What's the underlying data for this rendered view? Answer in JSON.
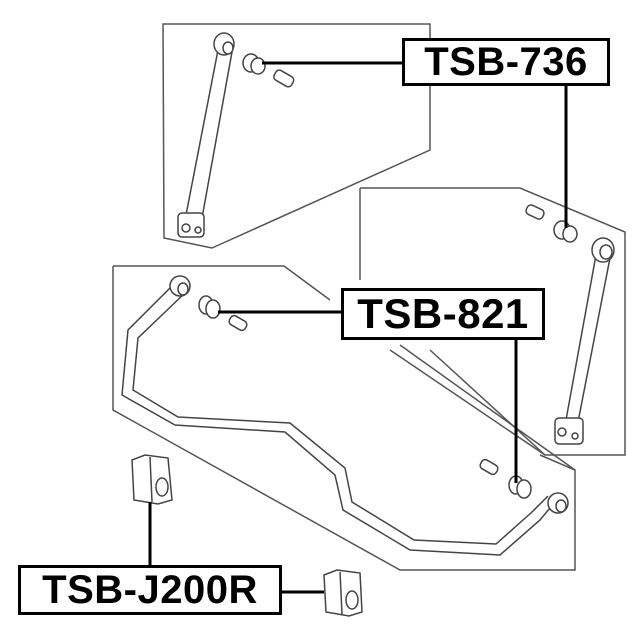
{
  "diagram": {
    "type": "parts-exploded-view",
    "labels": [
      {
        "id": "tsb-736",
        "text": "TSB-736",
        "points_to": "upper link bushings (two links)"
      },
      {
        "id": "tsb-821",
        "text": "TSB-821",
        "points_to": "stabilizer bar end bushings (left and right)"
      },
      {
        "id": "tsb-j200r",
        "text": "TSB-J200R",
        "points_to": "stabilizer bar mount bushings"
      }
    ],
    "components": [
      "stabilizer link (upper left panel)",
      "stabilizer link (right panel)",
      "stabilizer bar (lower panel)",
      "bushing",
      "collar/sleeve",
      "stabilizer bar mount bushing"
    ],
    "colors": {
      "line": "#000000",
      "drawing": "#444444",
      "background": "#ffffff"
    }
  }
}
